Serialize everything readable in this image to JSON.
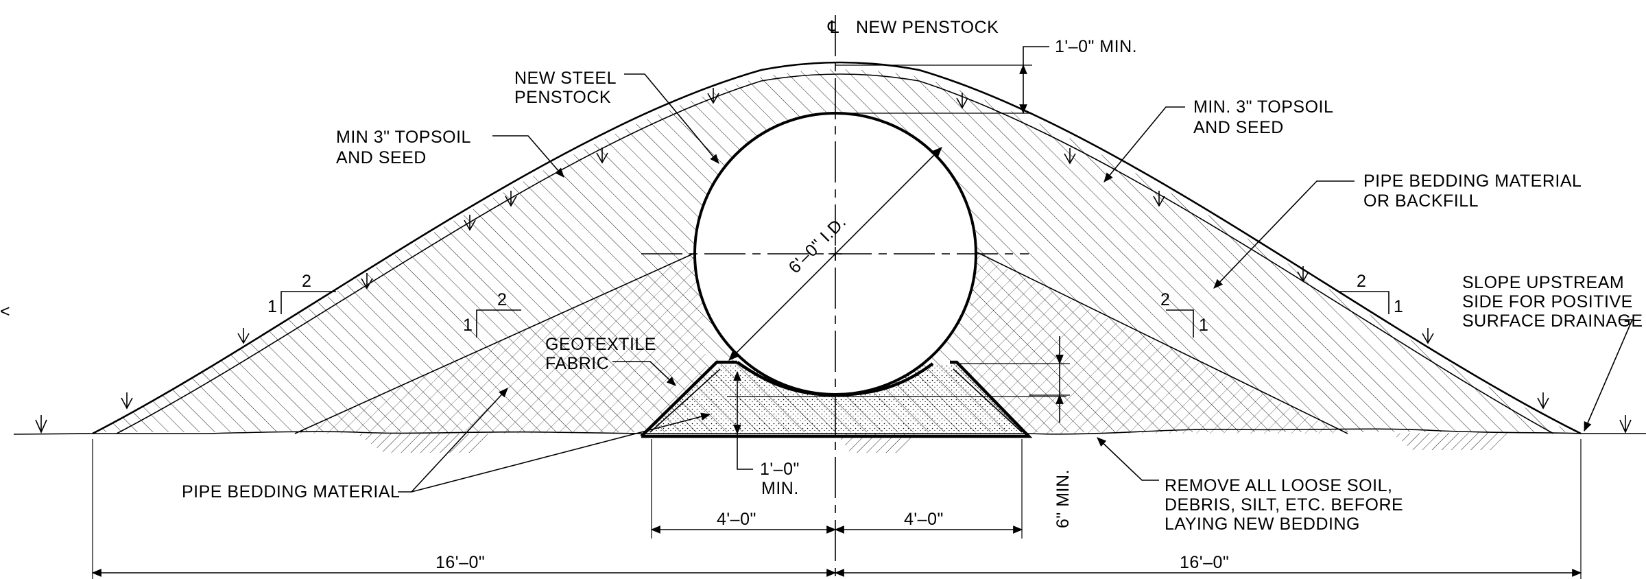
{
  "labels": {
    "centerline_symbol": "℄",
    "centerline": "NEW PENSTOCK",
    "cover_min": "1'–0\" MIN.",
    "new_steel_1": "NEW STEEL",
    "new_steel_2": "PENSTOCK",
    "topsoil_left_1": "MIN 3\" TOPSOIL",
    "topsoil_left_2": "AND SEED",
    "topsoil_right_1": "MIN. 3\" TOPSOIL",
    "topsoil_right_2": "AND SEED",
    "backfill_1": "PIPE BEDDING MATERIAL",
    "backfill_2": "OR BACKFILL",
    "slope_upstream_1": "SLOPE UPSTREAM",
    "slope_upstream_2": "SIDE FOR POSITIVE",
    "slope_upstream_3": "SURFACE DRAINAGE",
    "diameter": "6'–0\" I.D.",
    "geotextile_1": "GEOTEXTILE",
    "geotextile_2": "FABRIC",
    "pipe_bedding": "PIPE BEDDING MATERIAL",
    "bedding_min_1": "1'–0\"",
    "bedding_min_2": "MIN.",
    "six_inch_min": "6\" MIN.",
    "remove_1": "REMOVE ALL LOOSE SOIL,",
    "remove_2": "DEBRIS, SILT, ETC. BEFORE",
    "remove_3": "LAYING NEW BEDDING",
    "half_bed_left": "4'–0\"",
    "half_bed_right": "4'–0\"",
    "half_width_left": "16'–0\"",
    "half_width_right": "16'–0\"",
    "slope_left_outer_h": "2",
    "slope_left_outer_v": "1",
    "slope_left_inner_h": "2",
    "slope_left_inner_v": "1",
    "slope_right_inner_h": "2",
    "slope_right_inner_v": "1",
    "slope_right_outer_h": "2",
    "slope_right_outer_v": "1",
    "edge_mark": "<"
  }
}
